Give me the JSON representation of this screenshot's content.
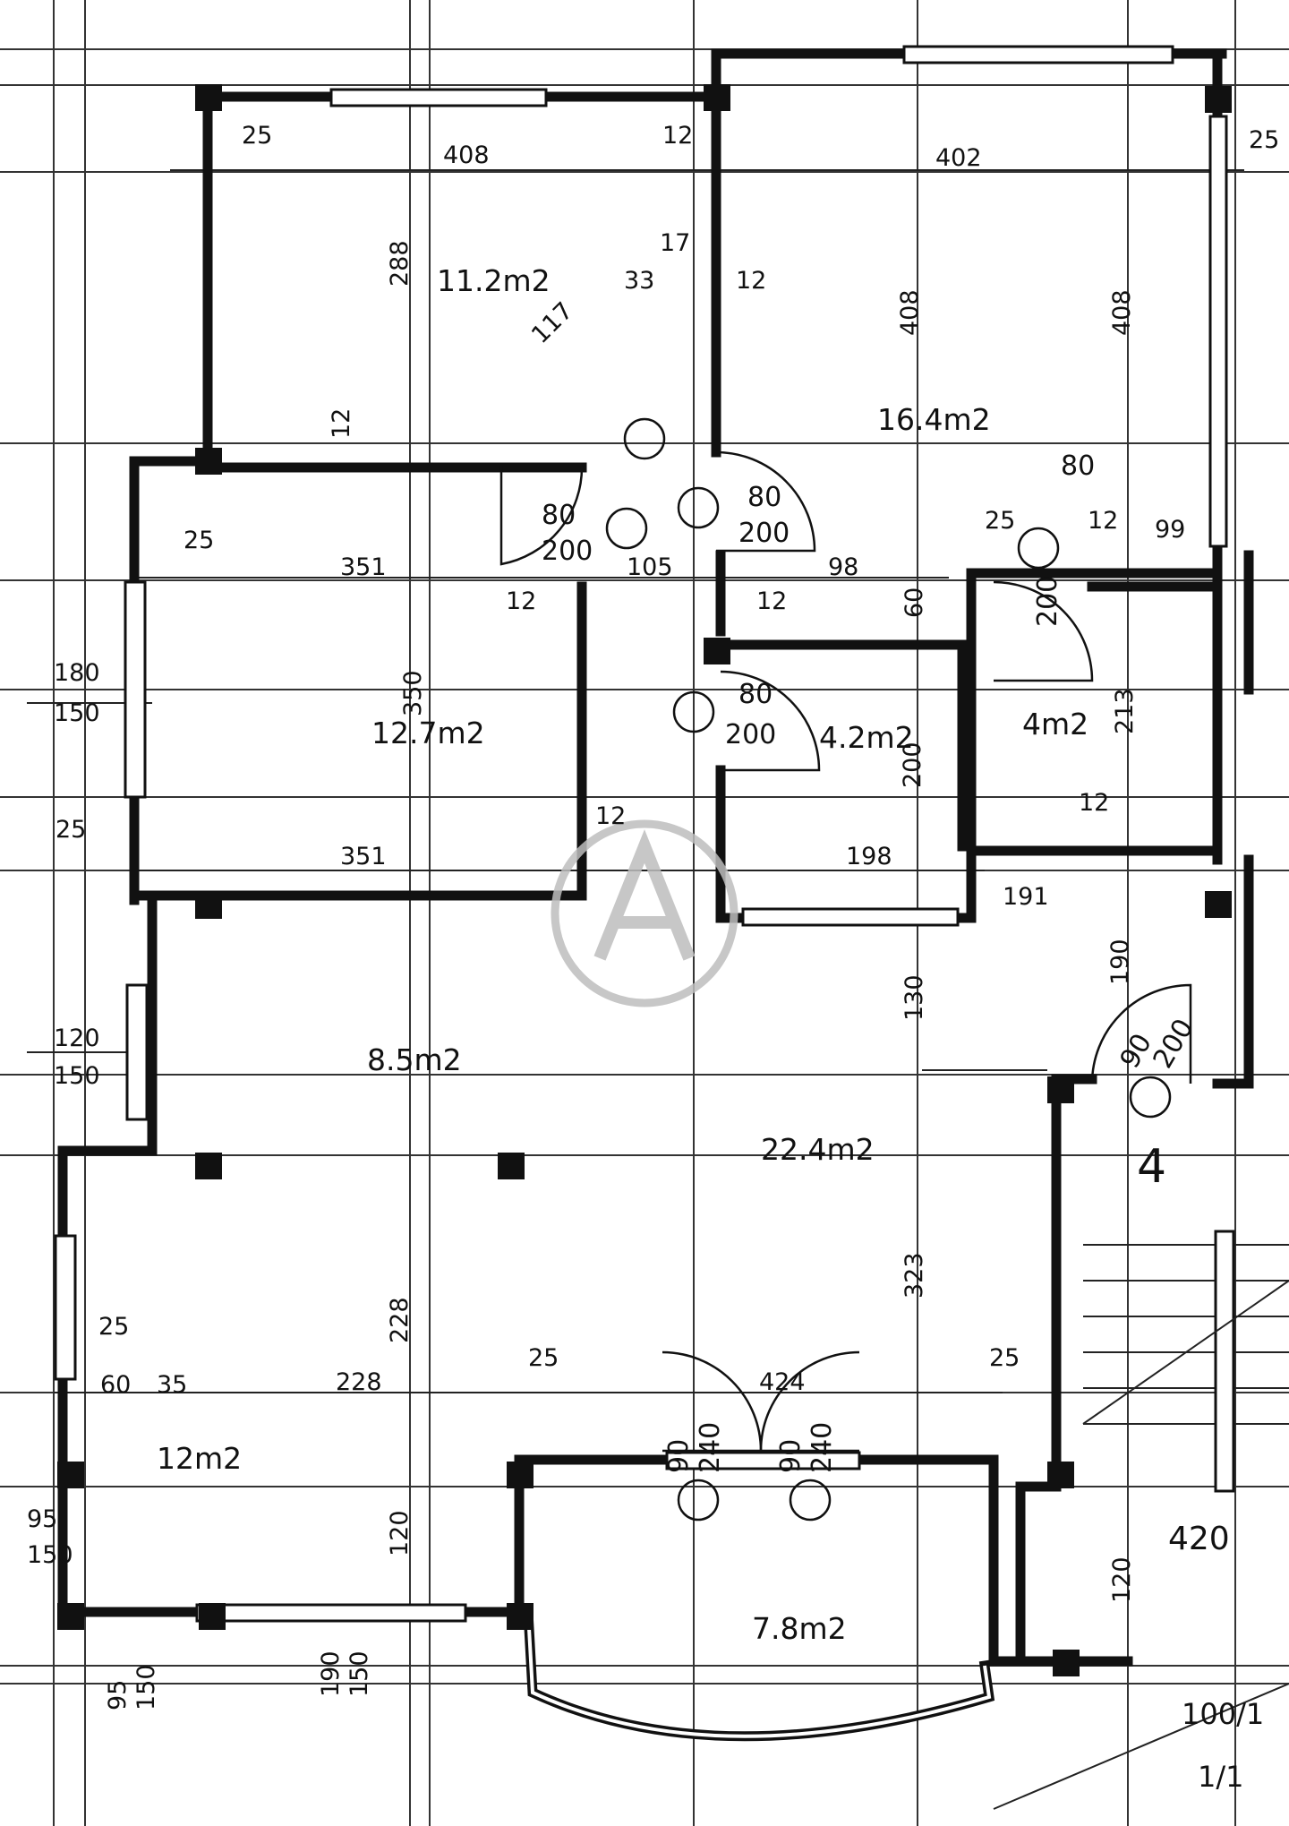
{
  "rooms": [
    {
      "area": "11.2m2"
    },
    {
      "area": "16.4m2"
    },
    {
      "area": "12.7m2"
    },
    {
      "area": "4.2m2"
    },
    {
      "area": "4m2"
    },
    {
      "area": "8.5m2"
    },
    {
      "area": "22.4m2"
    },
    {
      "area": "12m2"
    },
    {
      "area": "7.8m2"
    }
  ],
  "dimensions": [
    "408",
    "402",
    "288",
    "408",
    "408",
    "351",
    "351",
    "350",
    "105",
    "98",
    "99",
    "198",
    "191",
    "60",
    "213",
    "200",
    "180",
    "150",
    "120",
    "150",
    "228",
    "228",
    "424",
    "323",
    "130",
    "190",
    "60",
    "35",
    "25",
    "25",
    "25",
    "25",
    "25",
    "25",
    "25",
    "25",
    "12",
    "12",
    "12",
    "12",
    "12",
    "12",
    "12",
    "12",
    "17",
    "33",
    "117",
    "120",
    "120",
    "95",
    "150",
    "190",
    "150",
    "95",
    "150"
  ],
  "doors": [
    {
      "width": "80",
      "height": "200"
    },
    {
      "width": "80",
      "height": "200"
    },
    {
      "width": "80",
      "height": "200"
    },
    {
      "width": "80",
      "height": "200"
    },
    {
      "width": "90",
      "height": "240"
    },
    {
      "width": "90",
      "height": "240"
    },
    {
      "width": "90",
      "height": "200"
    }
  ],
  "labels": {
    "stair_number": "4",
    "stair_width": "420",
    "section_ref": "100/1",
    "section_ref_2": "1/1"
  },
  "colors": {
    "lines": "#111111",
    "background": "#ffffff",
    "watermark": "#bdbdbd"
  }
}
